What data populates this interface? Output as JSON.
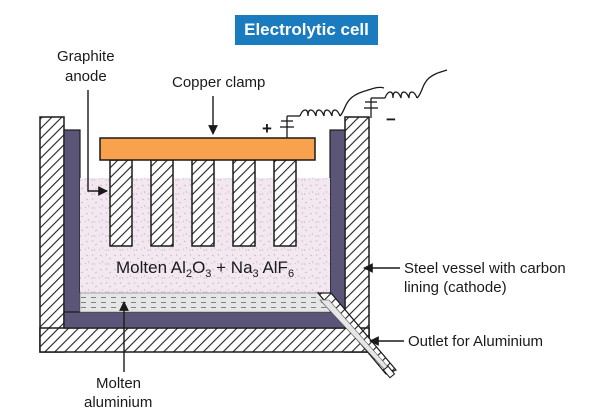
{
  "title": "Electrolytic cell",
  "labels": {
    "graphite_anode_line1": "Graphite",
    "graphite_anode_line2": "anode",
    "copper_clamp": "Copper clamp",
    "electrolyte_molten": "Molten Al",
    "electrolyte_sub1": "2",
    "electrolyte_o": "O",
    "electrolyte_sub2": "3",
    "electrolyte_plus": " + Na",
    "electrolyte_sub3": "3",
    "electrolyte_alf": " AlF",
    "electrolyte_sub4": "6",
    "steel_vessel_line1": "Steel vessel with carbon",
    "steel_vessel_line2": "lining (cathode)",
    "outlet": "Outlet for Aluminium",
    "molten_al_line1": "Molten",
    "molten_al_line2": "aluminium",
    "plus_sign": "+",
    "minus_sign": "−"
  },
  "colors": {
    "title_bg": "#1a7bbf",
    "copper_clamp": "#f9a24e",
    "carbon_lining": "#5b5578",
    "electrolyte": "#f3e8f0",
    "molten_aluminium": "#e4e4e4"
  }
}
